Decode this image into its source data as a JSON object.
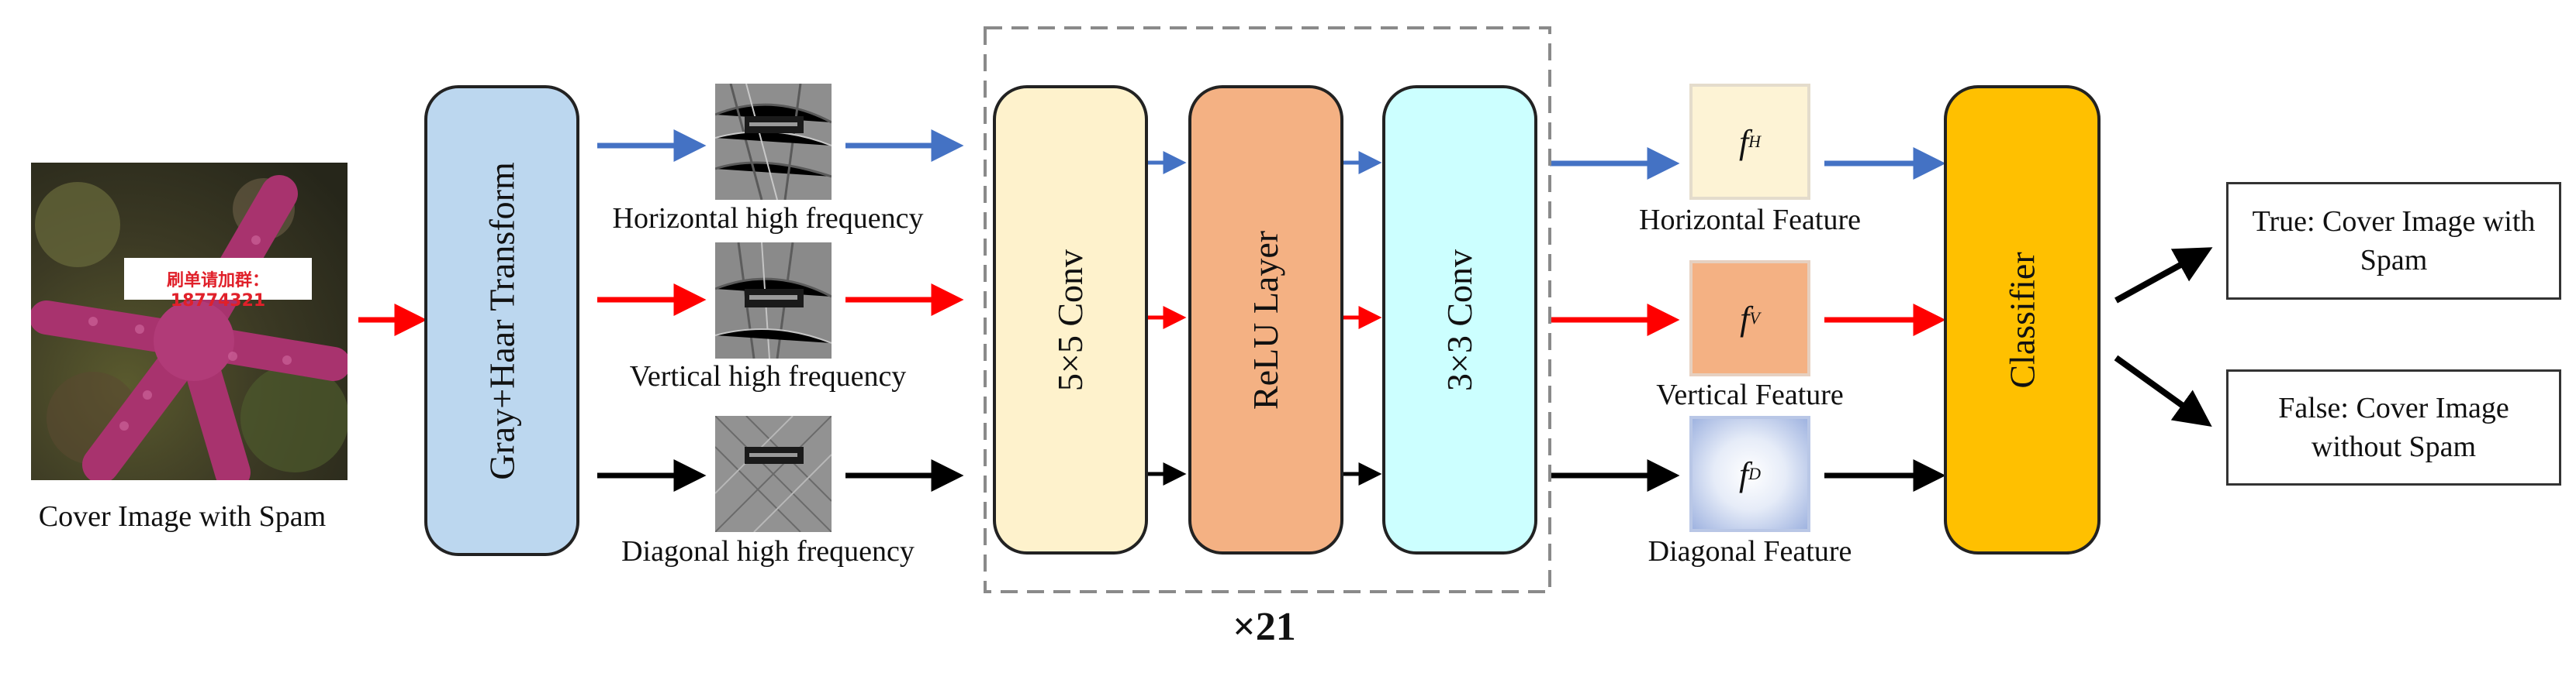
{
  "input": {
    "caption": "Cover Image with Spam",
    "spam_text": "刷单请加群：18774321",
    "spam_text_color": "#e0202a"
  },
  "transform": {
    "label": "Gray+Haar Transform",
    "fill": "#bcd7ef"
  },
  "subbands": {
    "horizontal": "Horizontal high frequency",
    "vertical": "Vertical high frequency",
    "diagonal": "Diagonal high frequency"
  },
  "block": {
    "conv5": {
      "label": "5×5 Conv",
      "fill": "#fef2cc"
    },
    "relu": {
      "label": "ReLU Layer",
      "fill": "#f4b183"
    },
    "conv3": {
      "label": "3×3 Conv",
      "fill": "#ccffff"
    },
    "repeat": "×21"
  },
  "features": {
    "horizontal": {
      "symbol": "f",
      "sub": "H",
      "label": "Horizontal Feature",
      "fill": "#fdf3d5"
    },
    "vertical": {
      "symbol": "f",
      "sub": "V",
      "label": "Vertical Feature",
      "fill": "#f4b183"
    },
    "diagonal": {
      "symbol": "f",
      "sub": "D",
      "label": "Diagonal Feature",
      "fill": "#c9d6f0"
    }
  },
  "classifier": {
    "label": "Classifier",
    "fill": "#ffc000"
  },
  "outputs": {
    "true_line1": "True: Cover Image with",
    "true_line2": "Spam",
    "false_line1": "False: Cover Image",
    "false_line2": "without Spam"
  },
  "colors": {
    "horizontal": "#4472c4",
    "vertical": "#ff0000",
    "diagonal": "#000000"
  }
}
